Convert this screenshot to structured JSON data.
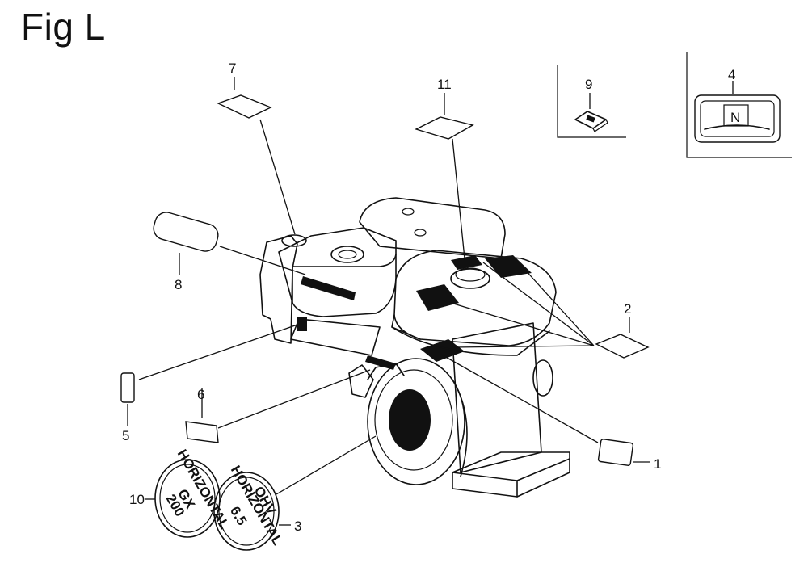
{
  "figure": {
    "title": "Fig L"
  },
  "callouts": [
    "1",
    "2",
    "3",
    "4",
    "5",
    "6",
    "7",
    "8",
    "9",
    "10",
    "11"
  ],
  "badge_10": {
    "line1": "HORIZONTAL",
    "line2": "GX",
    "line3": "200"
  },
  "badge_3": {
    "line1": "OHV",
    "line2": "HORIZONTAL",
    "line3": "6.5"
  },
  "label_4": {
    "text": "N"
  }
}
